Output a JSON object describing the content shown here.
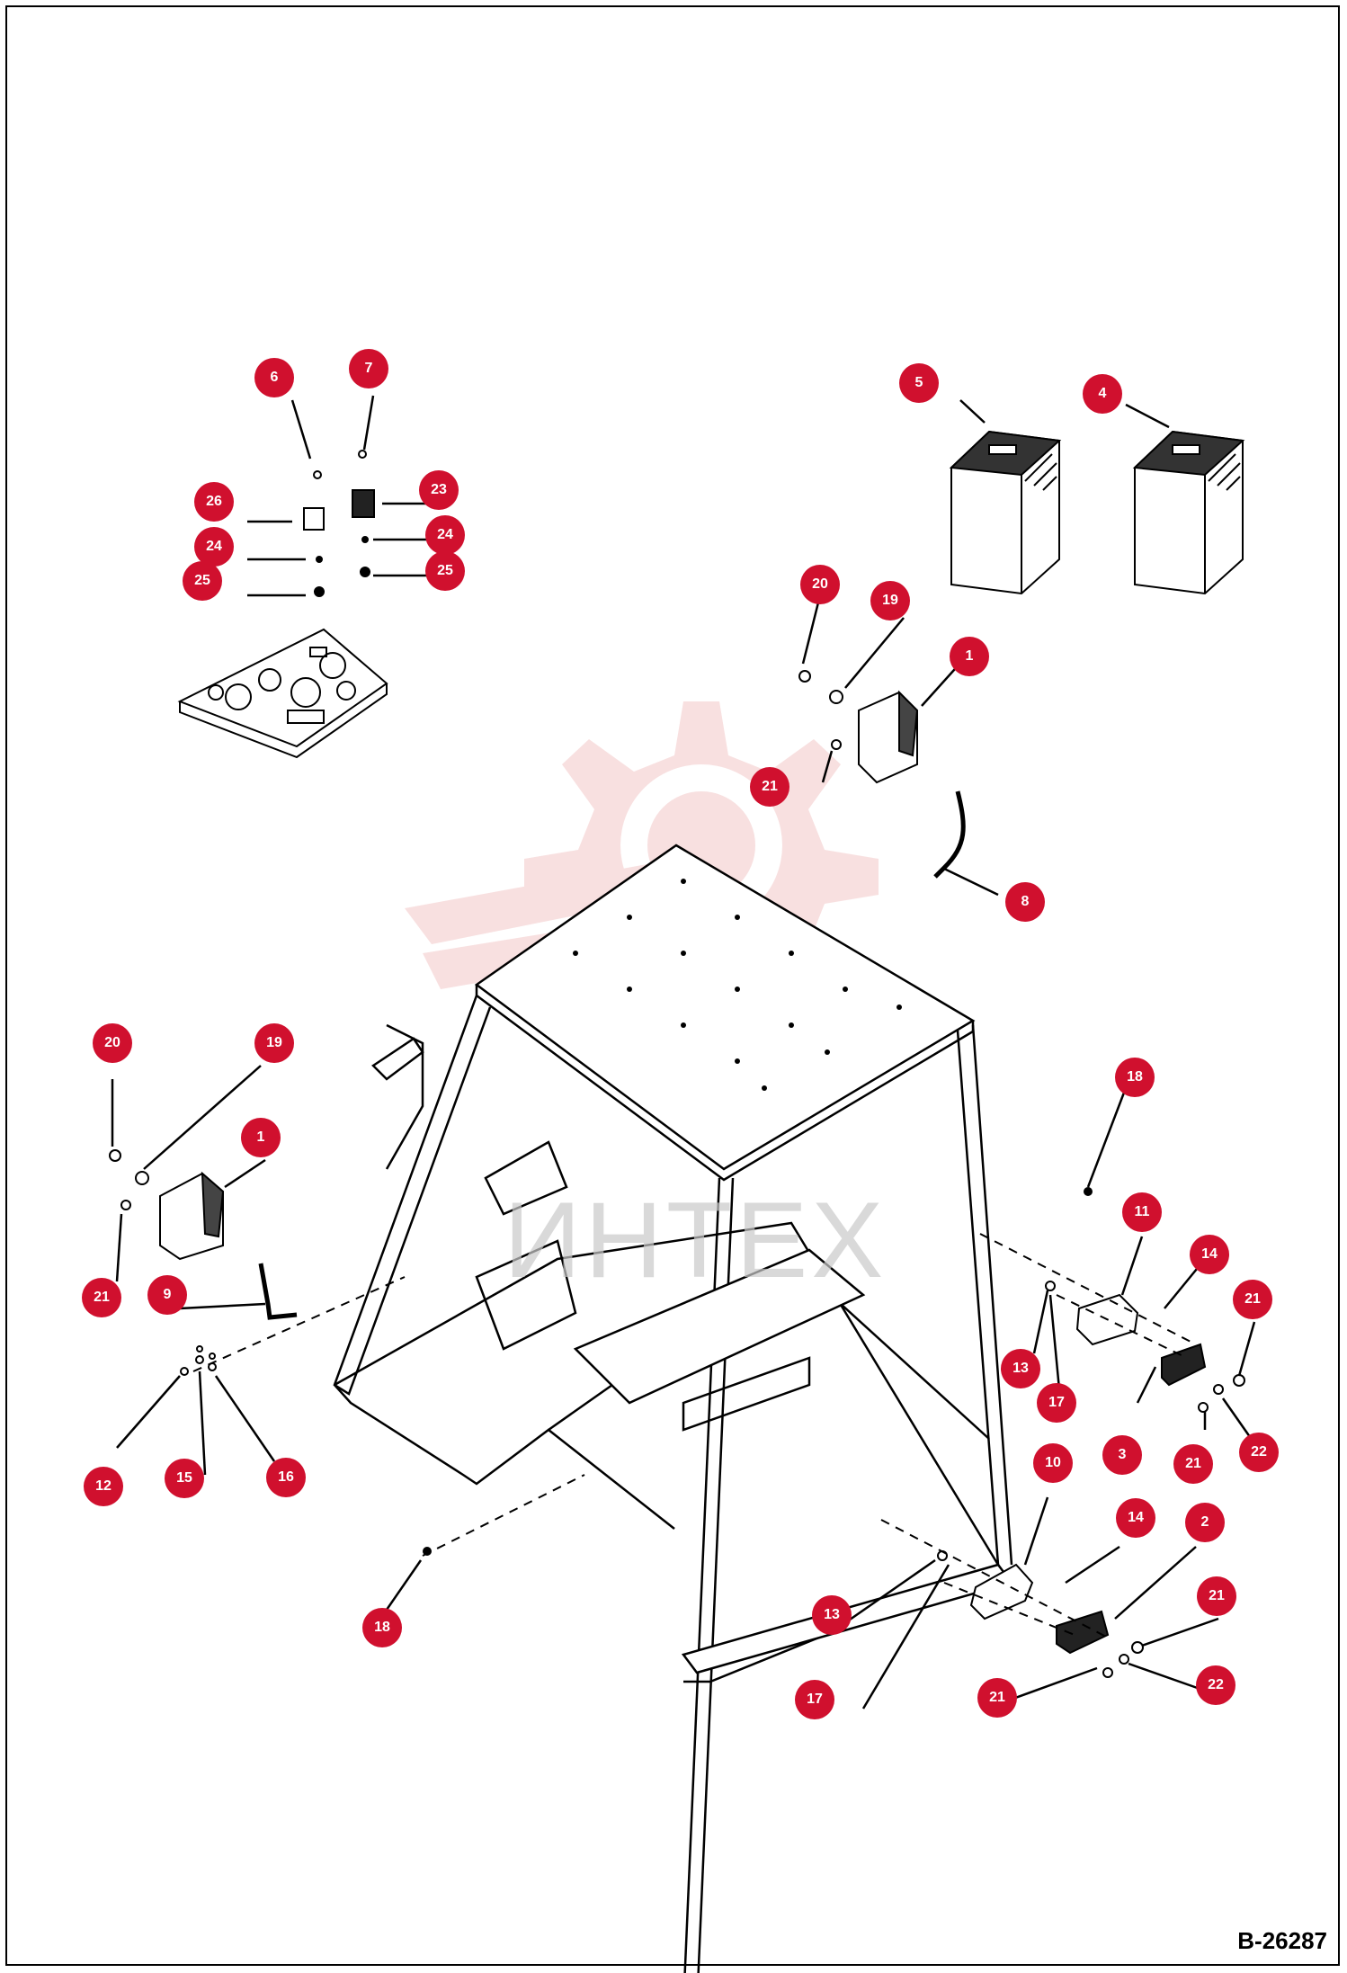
{
  "drawing_number": "B-26287",
  "watermark": {
    "text": "ИНТЕХ",
    "color": "#f3c7c7"
  },
  "colors": {
    "callout": "#d0102e",
    "line": "#000000"
  },
  "callouts": [
    "6",
    "7",
    "5",
    "4",
    "26",
    "23",
    "24",
    "24",
    "25",
    "25",
    "20",
    "19",
    "1",
    "21",
    "8",
    "20",
    "19",
    "1",
    "21",
    "9",
    "18",
    "11",
    "14",
    "21",
    "13",
    "17",
    "3",
    "21",
    "22",
    "12",
    "15",
    "16",
    "10",
    "14",
    "2",
    "21",
    "13",
    "18",
    "22",
    "17",
    "21"
  ]
}
